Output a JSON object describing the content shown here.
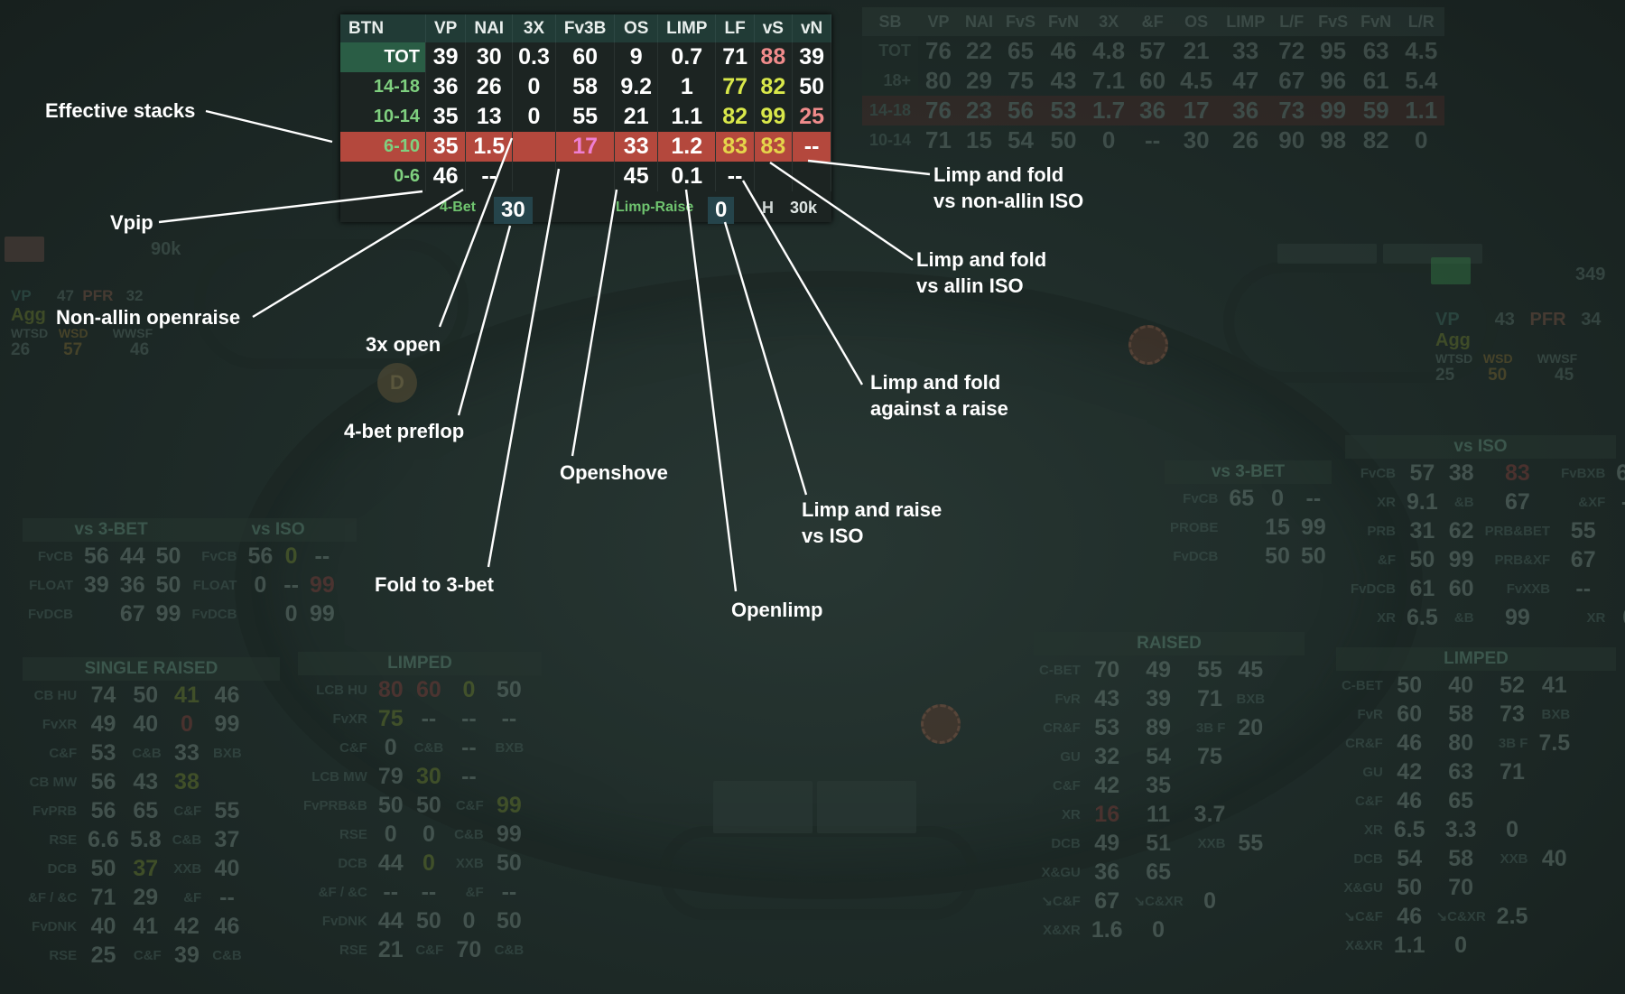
{
  "hud": {
    "headers": [
      "BTN",
      "VP",
      "NAI",
      "3X",
      "Fv3B",
      "OS",
      "LIMP",
      "LF",
      "vS",
      "vN"
    ],
    "rows": [
      {
        "label": "TOT",
        "vp": "39",
        "nai": "30",
        "x3": "0.3",
        "fv3b": "60",
        "os": "9",
        "limp": "0.7",
        "lf": "71",
        "vs": "88",
        "vn": "39"
      },
      {
        "label": "14-18",
        "vp": "36",
        "nai": "26",
        "x3": "0",
        "fv3b": "58",
        "os": "9.2",
        "limp": "1",
        "lf": "77",
        "vs": "82",
        "vn": "50"
      },
      {
        "label": "10-14",
        "vp": "35",
        "nai": "13",
        "x3": "0",
        "fv3b": "55",
        "os": "21",
        "limp": "1.1",
        "lf": "82",
        "vs": "99",
        "vn": "25"
      },
      {
        "label": "6-10",
        "vp": "35",
        "nai": "1.5",
        "x3": "",
        "fv3b": "17",
        "os": "33",
        "limp": "1.2",
        "lf": "83",
        "vs": "83",
        "vn": "--"
      },
      {
        "label": "0-6",
        "vp": "46",
        "nai": "--",
        "x3": "",
        "fv3b": "",
        "os": "45",
        "limp": "0.1",
        "lf": "--",
        "vs": "",
        "vn": ""
      }
    ],
    "bottom": {
      "fourbet_label": "4-Bet",
      "fourbet_value": "30",
      "limpraise_label": "Limp-Raise",
      "limpraise_value": "0",
      "hands_letter": "H",
      "hands_value": "30k"
    },
    "colors": {
      "highlight_row": "#b4483d",
      "header_bg": "#213b36",
      "stack_label": "#7fd07f"
    }
  },
  "annotations": {
    "effective_stacks": "Effective stacks",
    "vpip": "Vpip",
    "non_allin_openraise": "Non-allin openraise",
    "three_x_open": "3x open",
    "four_bet_preflop": "4-bet preflop",
    "openshove": "Openshove",
    "fold_to_3bet": "Fold to 3-bet",
    "openlimp": "Openlimp",
    "limp_raise_vs_iso_1": "Limp and raise",
    "limp_raise_vs_iso_2": "vs ISO",
    "limp_fold_vs_raise_1": "Limp and fold",
    "limp_fold_vs_raise_2": "against a raise",
    "limp_fold_allin_1": "Limp and fold",
    "limp_fold_allin_2": "vs allin ISO",
    "limp_fold_nonallin_1": "Limp and fold",
    "limp_fold_nonallin_2": "vs non-allin ISO"
  },
  "background": {
    "sb_panel": {
      "headers": [
        "SB",
        "VP",
        "NAI",
        "FvS",
        "FvN",
        "3X",
        "&F",
        "OS",
        "LIMP",
        "L/F",
        "FvS",
        "FvN",
        "L/R"
      ],
      "rows": [
        [
          "TOT",
          "76",
          "22",
          "65",
          "46",
          "4.8",
          "57",
          "21",
          "33",
          "72",
          "95",
          "63",
          "4.5"
        ],
        [
          "18+",
          "80",
          "29",
          "75",
          "43",
          "7.1",
          "60",
          "4.5",
          "47",
          "67",
          "96",
          "61",
          "5.4"
        ],
        [
          "14-18",
          "76",
          "23",
          "56",
          "53",
          "1.7",
          "36",
          "17",
          "36",
          "73",
          "99",
          "59",
          "1.1"
        ],
        [
          "10-14",
          "71",
          "15",
          "54",
          "50",
          "0",
          "--",
          "30",
          "26",
          "90",
          "98",
          "82",
          "0"
        ]
      ]
    },
    "left_stats": {
      "vp": "VP",
      "vp_val": "47",
      "pfr": "PFR",
      "pfr_val": "32",
      "agg": "Agg",
      "wtsd": "WTSD",
      "wsd": "WSD",
      "wwsf": "WWSF",
      "wtsd_val": "26",
      "wsd_val": "57",
      "wwsf_val": "46",
      "stack": "90k"
    },
    "right_stats": {
      "vp": "VP",
      "vp_val": "43",
      "pfr": "PFR",
      "pfr_val": "34",
      "agg": "Agg",
      "wtsd": "WTSD",
      "wsd": "WSD",
      "wwsf": "WWSF",
      "wtsd_val": "25",
      "wsd_val": "50",
      "wwsf_val": "45",
      "stack": "349"
    },
    "panels": {
      "vs3bet_left": "vs 3-BET",
      "vsiso_left": "vs ISO",
      "single_raised": "SINGLE RAISED",
      "limped_left": "LIMPED",
      "vs3bet_right": "vs 3-BET",
      "vsiso_right": "vs ISO",
      "raised_right": "RAISED",
      "limped_right": "LIMPED"
    }
  }
}
